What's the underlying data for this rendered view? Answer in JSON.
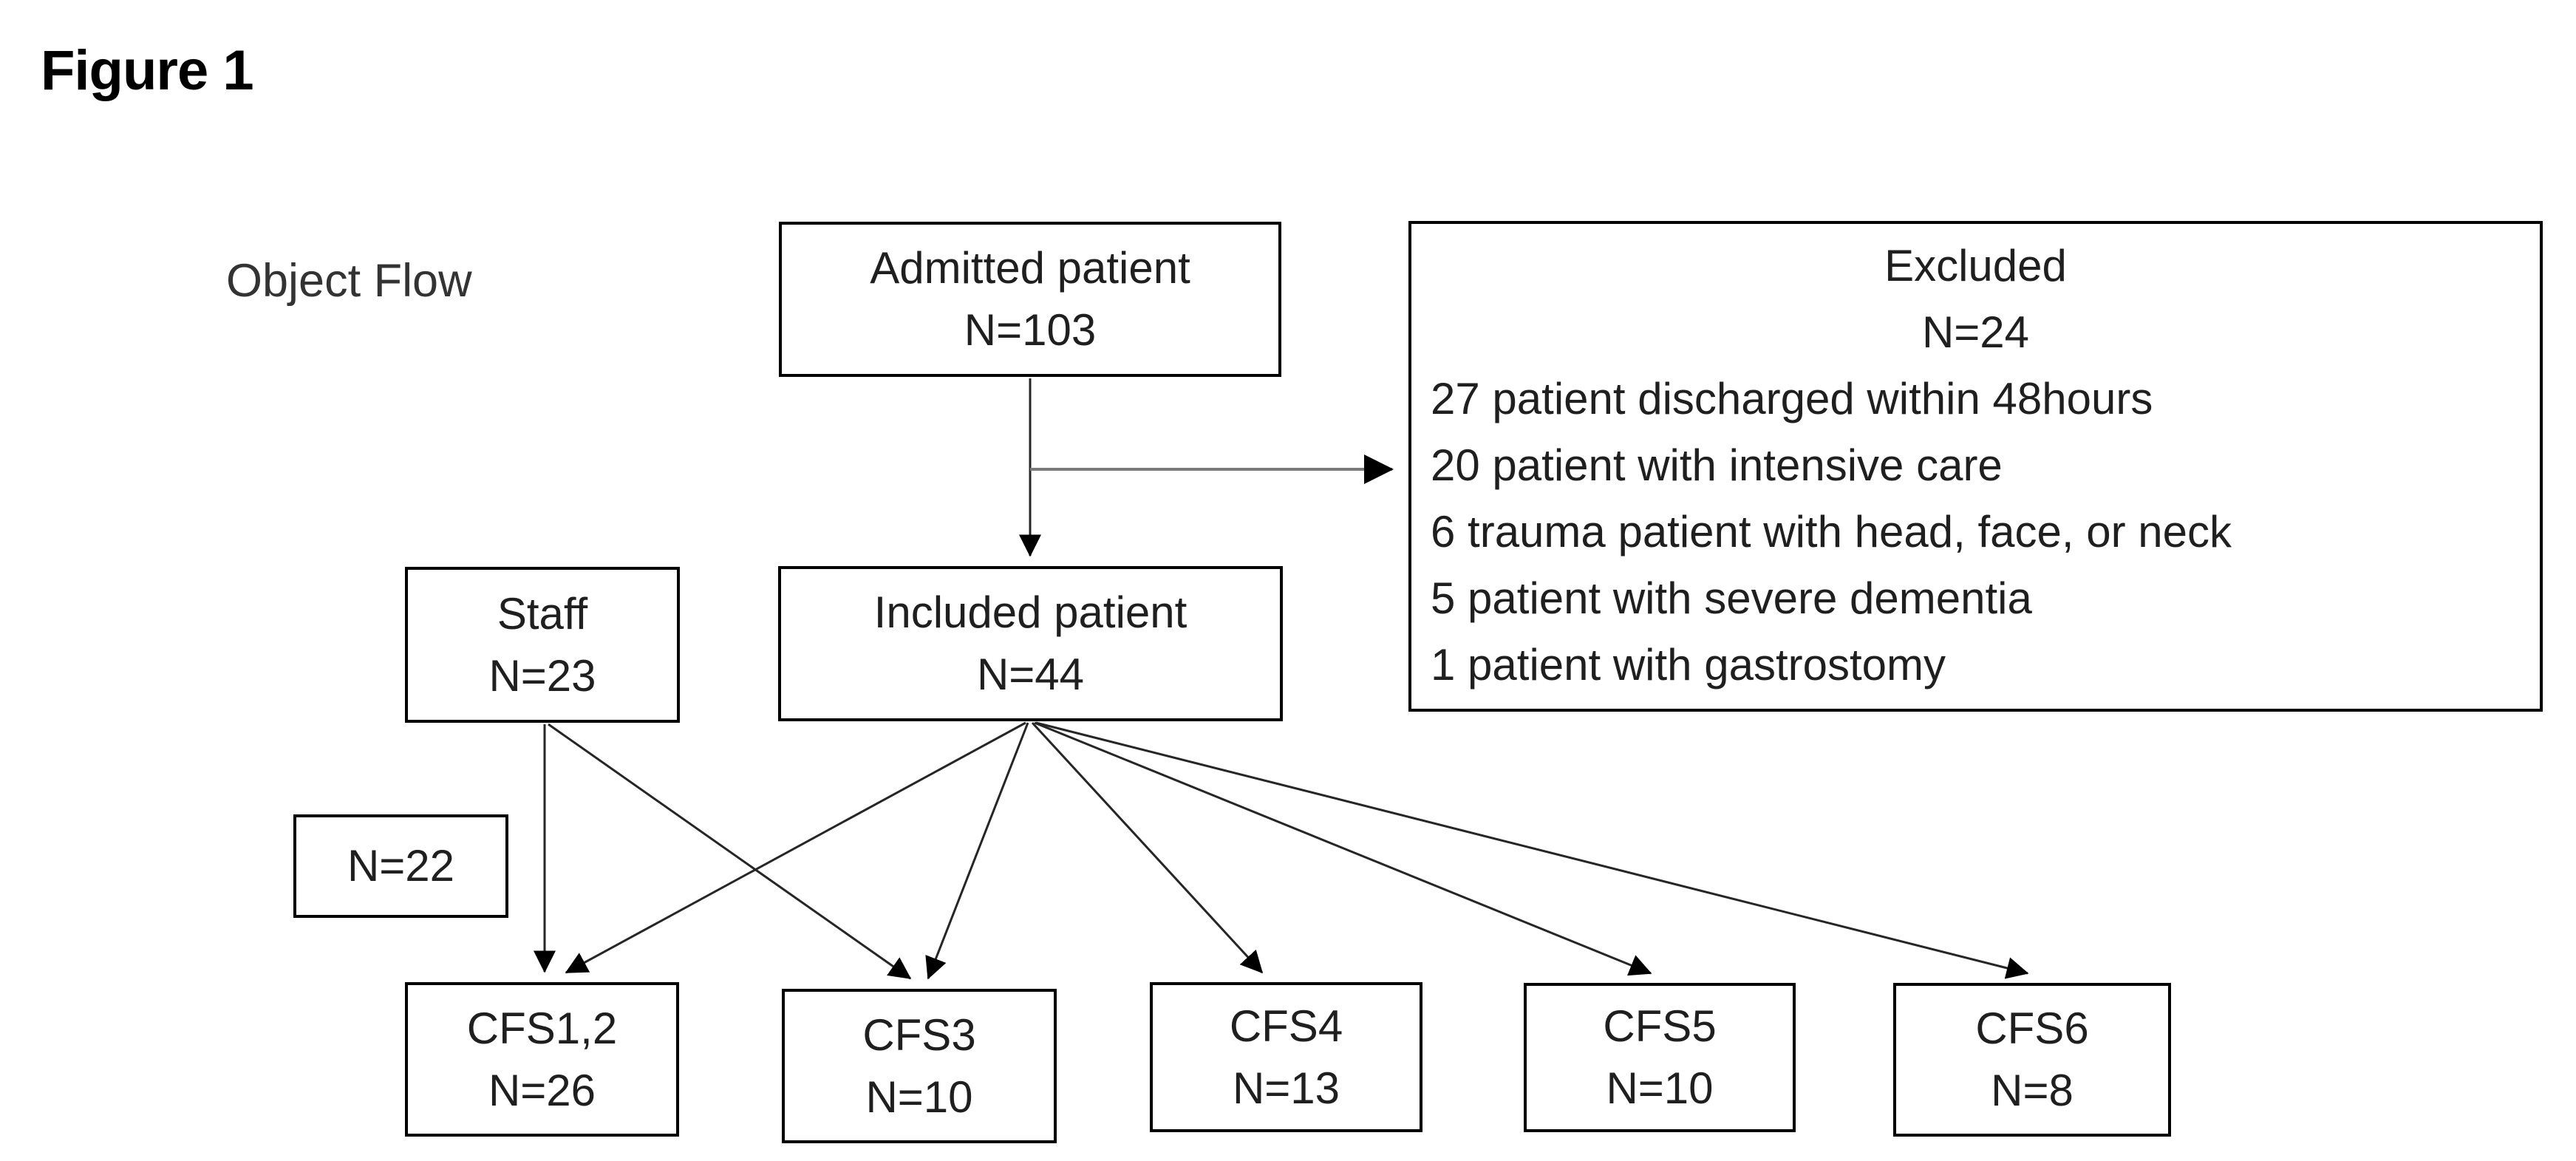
{
  "figure_label": "Figure 1",
  "diagram_label": "Object Flow",
  "nodes": {
    "admitted": {
      "line1": "Admitted patient",
      "line2": "N=103"
    },
    "excluded": {
      "title": "Excluded",
      "count": "N=24",
      "items": [
        "27 patient discharged within 48hours",
        "20 patient with intensive care",
        "6 trauma patient with head, face, or neck",
        "5 patient with severe dementia",
        "1 patient with gastrostomy"
      ]
    },
    "staff": {
      "line1": "Staff",
      "line2": "N=23"
    },
    "included": {
      "line1": "Included patient",
      "line2": "N=44"
    },
    "n22": {
      "line1": "N=22"
    },
    "cfs12": {
      "line1": "CFS1,2",
      "line2": "N=26"
    },
    "cfs3": {
      "line1": "CFS3",
      "line2": "N=10"
    },
    "cfs4": {
      "line1": "CFS4",
      "line2": "N=13"
    },
    "cfs5": {
      "line1": "CFS5",
      "line2": "N=10"
    },
    "cfs6": {
      "line1": "CFS6",
      "line2": "N=8"
    }
  },
  "colors": {
    "line_dark": "#262626",
    "connector_gray": "#7a7a7a",
    "arrowhead": "#000000",
    "background": "#ffffff"
  }
}
